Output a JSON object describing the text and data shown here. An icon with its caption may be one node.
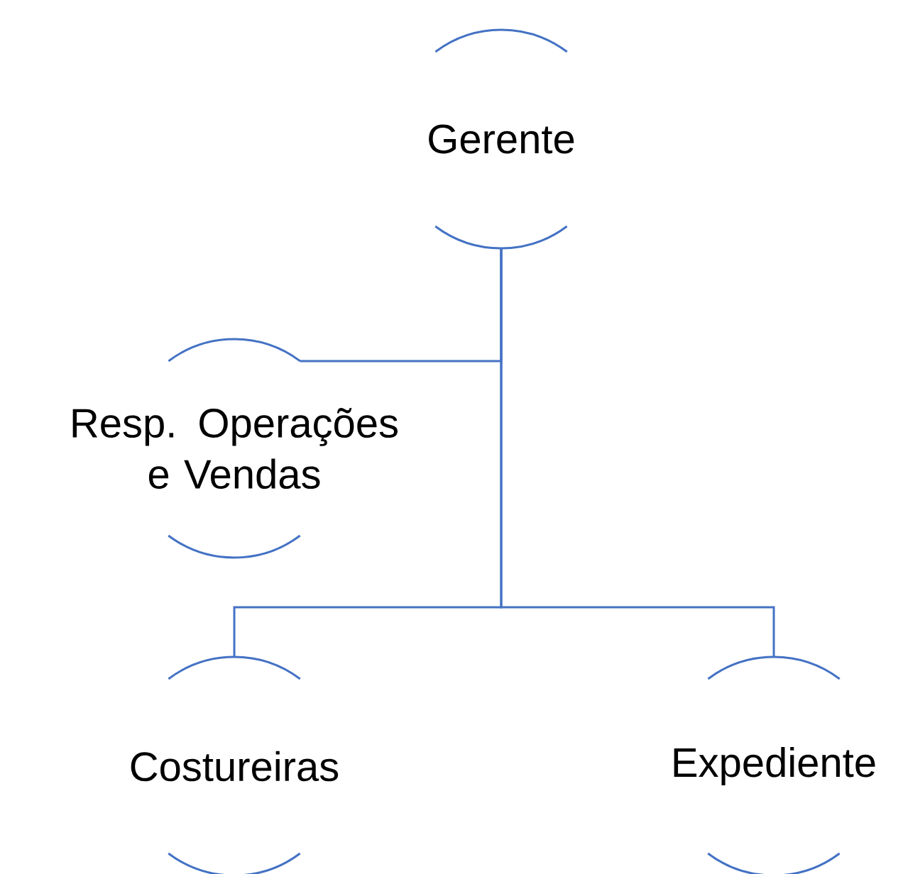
{
  "diagram": {
    "nodes": [
      {
        "text": [
          "Gerente"
        ]
      },
      {
        "text": [
          "Resp. Operações e Vendas"
        ]
      },
      {
        "text": [
          "Costureiras"
        ]
      },
      {
        "text": [
          "Expediente"
        ]
      }
    ],
    "edges": [
      {
        "from": 0,
        "to": 1,
        "arrow": "none"
      },
      {
        "from": 0,
        "to": 2,
        "arrow": "none"
      },
      {
        "from": 0,
        "to": 3,
        "arrow": "none"
      }
    ]
  }
}
